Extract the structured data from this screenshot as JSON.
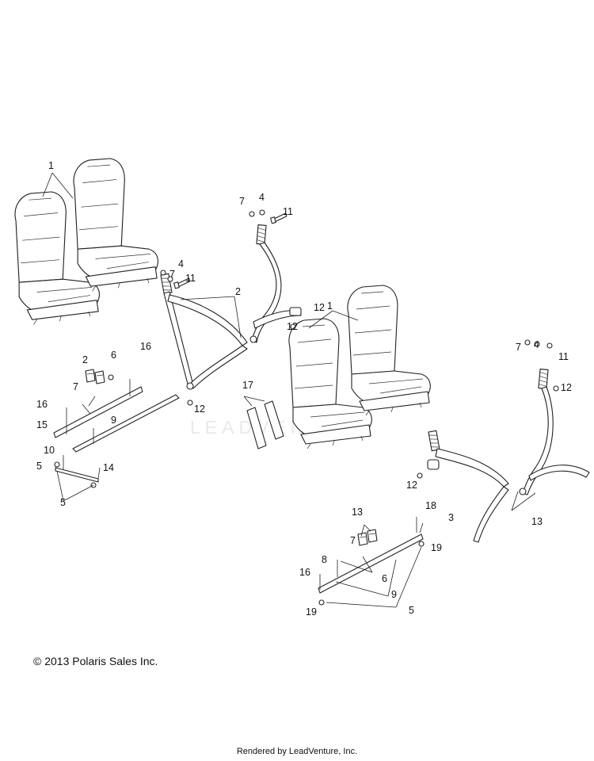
{
  "copyright": "© 2013 Polaris Sales Inc.",
  "rendered_by": "Rendered by LeadVenture, Inc.",
  "watermark": "LEADVENTURE",
  "labels": {
    "l1a": "1",
    "l1b": "1",
    "l2a": "2",
    "l2b": "2",
    "l3": "3",
    "l4a": "4",
    "l4b": "4",
    "l4c": "4",
    "l5a": "5",
    "l5b": "5",
    "l5c": "5",
    "l6a": "6",
    "l6b": "6",
    "l7a": "7",
    "l7b": "7",
    "l7c": "7",
    "l7d": "7",
    "l7e": "7",
    "l8": "8",
    "l9a": "9",
    "l9b": "9",
    "l10": "10",
    "l11a": "11",
    "l11b": "11",
    "l11c": "11",
    "l12a": "12",
    "l12b": "12",
    "l12c": "12",
    "l12d": "12",
    "l12e": "12",
    "l13a": "13",
    "l13b": "13",
    "l14": "14",
    "l15": "15",
    "l16a": "16",
    "l16b": "16",
    "l16c": "16",
    "l17": "17",
    "l18": "18",
    "l19a": "19",
    "l19b": "19"
  }
}
